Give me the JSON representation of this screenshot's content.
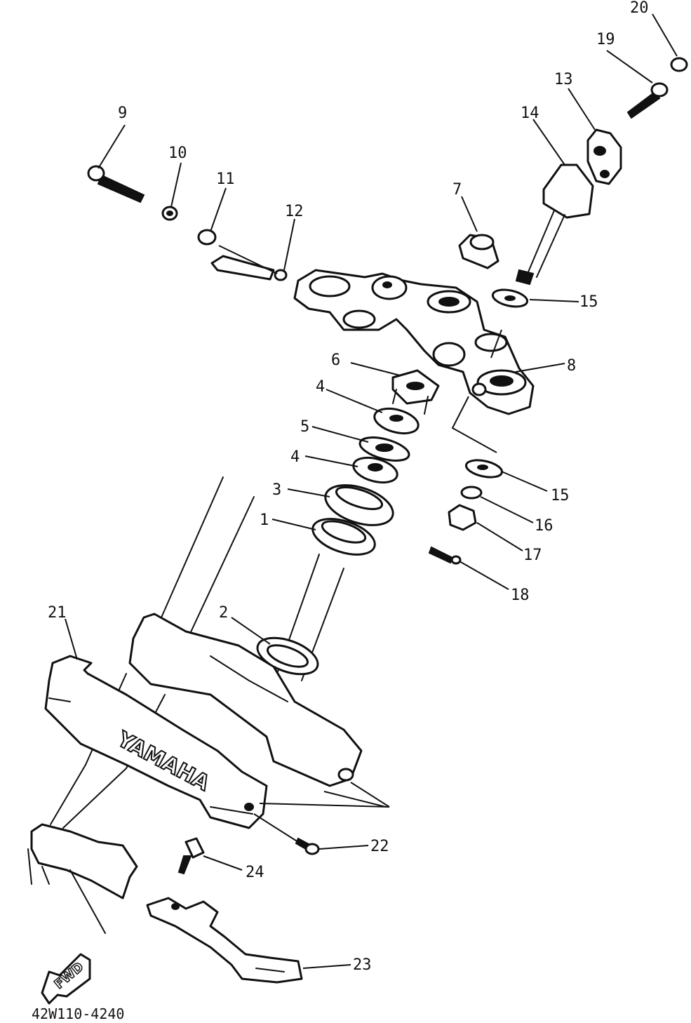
{
  "diagram_id": "42W110-4240",
  "brand_text": "YAMAHA",
  "fwd_text": "FWD",
  "callouts": [
    "1",
    "2",
    "3",
    "4",
    "4",
    "5",
    "6",
    "7",
    "8",
    "9",
    "10",
    "11",
    "12",
    "13",
    "14",
    "15",
    "15",
    "16",
    "17",
    "18",
    "19",
    "20",
    "21",
    "22",
    "23",
    "24"
  ]
}
